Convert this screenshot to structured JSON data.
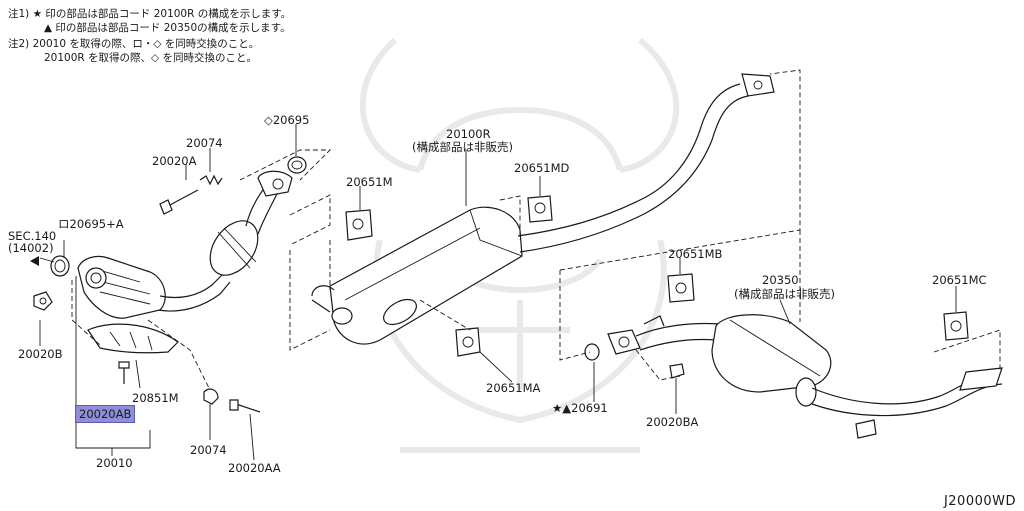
{
  "notes": {
    "n1a": "注1) ★ 印の部品は部品コード 20100R の構成を示します。",
    "n1b": "▲ 印の部品は部品コード 20350の構成を示します。",
    "n2a": "注2) 20010 を取得の際、ロ・◇ を同時交換のこと。",
    "n2b": "20100R を取得の際、◇ を同時交換のこと。"
  },
  "labels": {
    "p20695": "◇20695",
    "p20074_top": "20074",
    "p20020A": "20020A",
    "sec140": "SEC.140",
    "sec140_sub": "(14002)",
    "p20695A": "ロ20695+A",
    "p20020B": "20020B",
    "p20851M": "20851M",
    "p20020AB": "20020AB",
    "p20010": "20010",
    "p20074_bot": "20074",
    "p20020AA": "20020AA",
    "p20651M": "20651M",
    "p20100R": "20100R",
    "p20100R_sub": "(構成部品は非販売)",
    "p20651MD": "20651MD",
    "p20651MA": "20651MA",
    "p20691": "★▲20691",
    "p20020BA": "20020BA",
    "p20651MB": "20651MB",
    "p20350": "20350",
    "p20350_sub": "(構成部品は非販売)",
    "p20651MC": "20651MC"
  },
  "diagram_code": "J20000WD",
  "highlight_color": "#8f8fd9"
}
